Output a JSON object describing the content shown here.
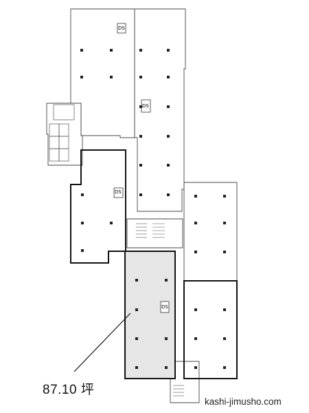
{
  "plan": {
    "highlighted_area_label": "87.10 坪",
    "watermark": "kashi-jimusho.com",
    "duct_space_label": "DS",
    "highlight_color": "#e6e6e6",
    "wall_color": "#222222"
  }
}
